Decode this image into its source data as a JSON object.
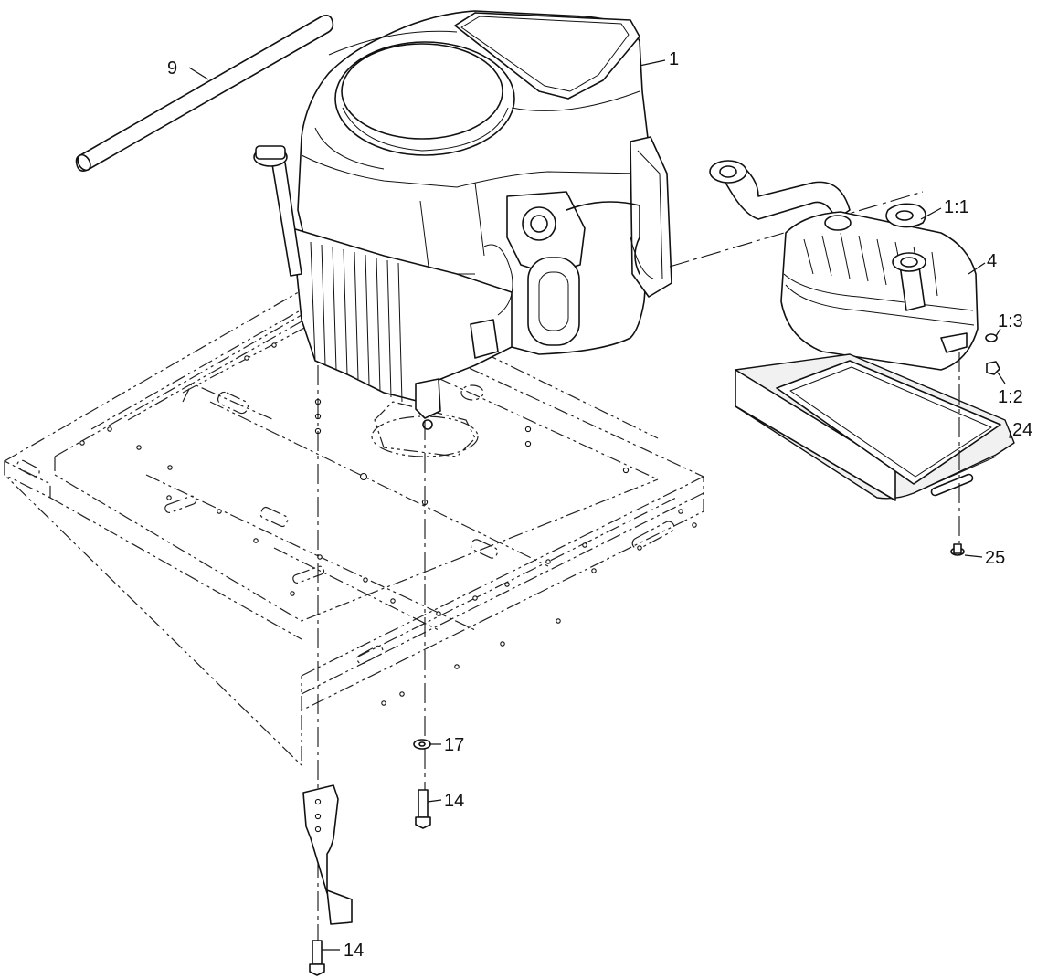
{
  "callouts": [
    {
      "id": "c9",
      "label": "9"
    },
    {
      "id": "c1",
      "label": "1"
    },
    {
      "id": "c1_1",
      "label": "1:1"
    },
    {
      "id": "c4",
      "label": "4"
    },
    {
      "id": "c1_3",
      "label": "1:3"
    },
    {
      "id": "c1_2",
      "label": "1:2"
    },
    {
      "id": "c24",
      "label": "24"
    },
    {
      "id": "c25",
      "label": "25"
    },
    {
      "id": "c17",
      "label": "17"
    },
    {
      "id": "c14a",
      "label": "14"
    },
    {
      "id": "c14b",
      "label": "14"
    }
  ]
}
